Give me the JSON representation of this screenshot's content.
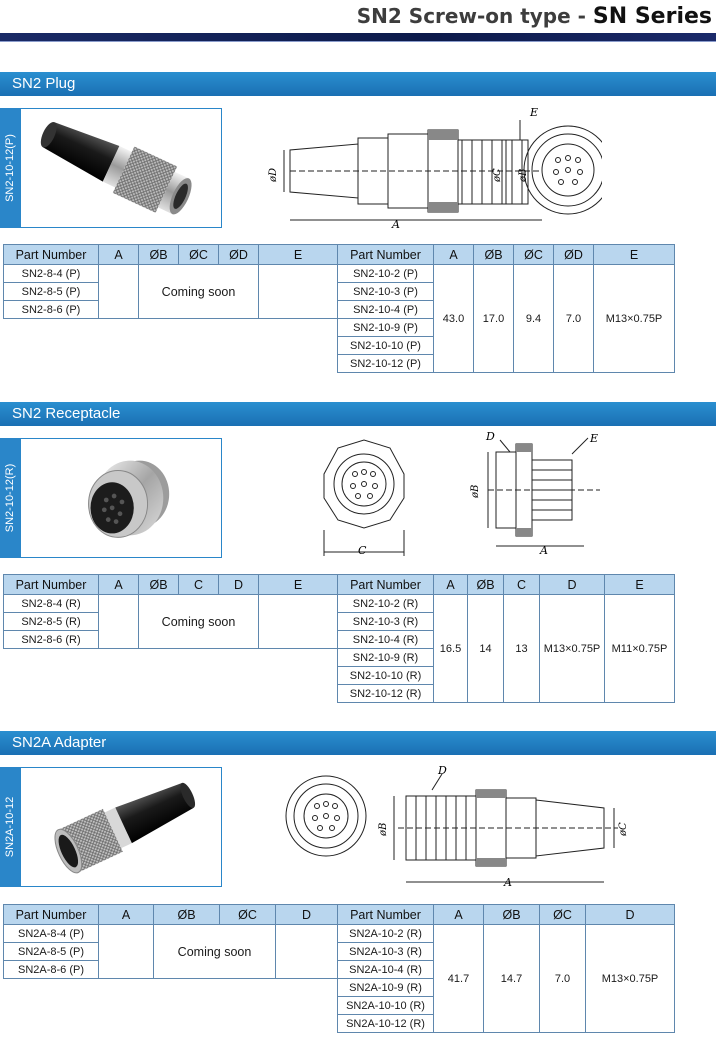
{
  "header": {
    "title_main": "SN2 Screw-on type -",
    "title_series": "SN Series"
  },
  "sections": {
    "plug": {
      "title": "SN2 Plug",
      "side_label": "SN2-10-12(P)",
      "drawing_labels": {
        "e": "E",
        "c": "øC",
        "b": "øB",
        "d": "øD",
        "a": "A"
      },
      "left_table": {
        "headers": [
          "Part Number",
          "A",
          "ØB",
          "ØC",
          "ØD",
          "E"
        ],
        "parts": [
          "SN2-8-4 (P)",
          "SN2-8-5 (P)",
          "SN2-8-6 (P)"
        ],
        "note": "Coming soon"
      },
      "right_table": {
        "headers": [
          "Part Number",
          "A",
          "ØB",
          "ØC",
          "ØD",
          "E"
        ],
        "parts": [
          "SN2-10-2 (P)",
          "SN2-10-3 (P)",
          "SN2-10-4 (P)",
          "SN2-10-9 (P)",
          "SN2-10-10 (P)",
          "SN2-10-12 (P)"
        ],
        "values": [
          "43.0",
          "17.0",
          "9.4",
          "7.0",
          "M13×0.75P"
        ]
      }
    },
    "receptacle": {
      "title": "SN2 Receptacle",
      "side_label": "SN2-10-12(R)",
      "drawing_labels": {
        "c": "C",
        "d": "D",
        "e": "E",
        "b": "øB",
        "a": "A"
      },
      "left_table": {
        "headers": [
          "Part Number",
          "A",
          "ØB",
          "C",
          "D",
          "E"
        ],
        "parts": [
          "SN2-8-4 (R)",
          "SN2-8-5 (R)",
          "SN2-8-6 (R)"
        ],
        "note": "Coming soon"
      },
      "right_table": {
        "headers": [
          "Part Number",
          "A",
          "ØB",
          "C",
          "D",
          "E"
        ],
        "parts": [
          "SN2-10-2 (R)",
          "SN2-10-3 (R)",
          "SN2-10-4 (R)",
          "SN2-10-9 (R)",
          "SN2-10-10 (R)",
          "SN2-10-12 (R)"
        ],
        "values": [
          "16.5",
          "14",
          "13",
          "M13×0.75P",
          "M11×0.75P"
        ]
      }
    },
    "adapter": {
      "title": "SN2A Adapter",
      "side_label": "SN2A-10-12",
      "drawing_labels": {
        "d": "D",
        "b": "øB",
        "c": "øC",
        "a": "A"
      },
      "left_table": {
        "headers": [
          "Part Number",
          "A",
          "ØB",
          "ØC",
          "D"
        ],
        "parts": [
          "SN2A-8-4 (P)",
          "SN2A-8-5 (P)",
          "SN2A-8-6 (P)"
        ],
        "note": "Coming soon"
      },
      "right_table": {
        "headers": [
          "Part Number",
          "A",
          "ØB",
          "ØC",
          "D"
        ],
        "parts": [
          "SN2A-10-2 (R)",
          "SN2A-10-3 (R)",
          "SN2A-10-4 (R)",
          "SN2A-10-9 (R)",
          "SN2A-10-10 (R)",
          "SN2A-10-12 (R)"
        ],
        "values": [
          "41.7",
          "14.7",
          "7.0",
          "M13×0.75P"
        ]
      }
    }
  }
}
